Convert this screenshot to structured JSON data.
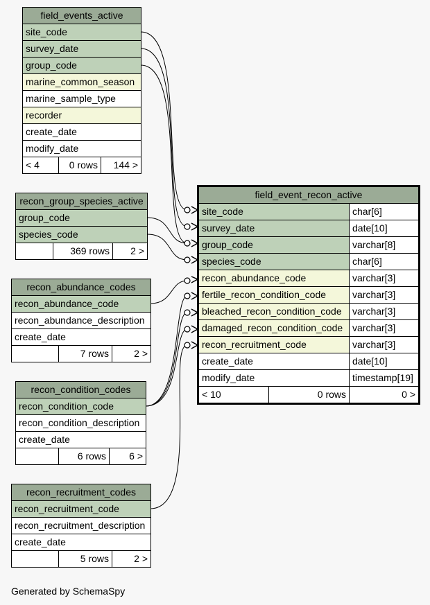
{
  "tables": {
    "field_events_active": {
      "title": "field_events_active",
      "columns": [
        "site_code",
        "survey_date",
        "group_code",
        "marine_common_season",
        "marine_sample_type",
        "recorder",
        "create_date",
        "modify_date"
      ],
      "footer": [
        "< 4",
        "0 rows",
        "144 >"
      ]
    },
    "recon_group_species_active": {
      "title": "recon_group_species_active",
      "columns": [
        "group_code",
        "species_code"
      ],
      "footer": [
        "",
        "369 rows",
        "2 >"
      ]
    },
    "recon_abundance_codes": {
      "title": "recon_abundance_codes",
      "columns": [
        "recon_abundance_code",
        "recon_abundance_description",
        "create_date"
      ],
      "footer": [
        "",
        "7 rows",
        "2 >"
      ]
    },
    "recon_condition_codes": {
      "title": "recon_condition_codes",
      "columns": [
        "recon_condition_code",
        "recon_condition_description",
        "create_date"
      ],
      "footer": [
        "",
        "6 rows",
        "6 >"
      ]
    },
    "recon_recruitment_codes": {
      "title": "recon_recruitment_codes",
      "columns": [
        "recon_recruitment_code",
        "recon_recruitment_description",
        "create_date"
      ],
      "footer": [
        "",
        "5 rows",
        "2 >"
      ]
    },
    "field_event_recon_active": {
      "title": "field_event_recon_active",
      "columns": [
        {
          "name": "site_code",
          "type": "char[6]"
        },
        {
          "name": "survey_date",
          "type": "date[10]"
        },
        {
          "name": "group_code",
          "type": "varchar[8]"
        },
        {
          "name": "species_code",
          "type": "char[6]"
        },
        {
          "name": "recon_abundance_code",
          "type": "varchar[3]"
        },
        {
          "name": "fertile_recon_condition_code",
          "type": "varchar[3]"
        },
        {
          "name": "bleached_recon_condition_code",
          "type": "varchar[3]"
        },
        {
          "name": "damaged_recon_condition_code",
          "type": "varchar[3]"
        },
        {
          "name": "recon_recruitment_code",
          "type": "varchar[3]"
        },
        {
          "name": "create_date",
          "type": "date[10]"
        },
        {
          "name": "modify_date",
          "type": "timestamp[19]"
        }
      ],
      "footer": [
        "< 10",
        "0 rows",
        "0 >"
      ]
    }
  },
  "footer_text": "Generated by SchemaSpy",
  "colors": {
    "header": "#9bab96",
    "key_column": "#bed1b8",
    "indexed_column": "#f4f7da",
    "plain_column": "#ffffff",
    "background": "#f7f7f7"
  }
}
